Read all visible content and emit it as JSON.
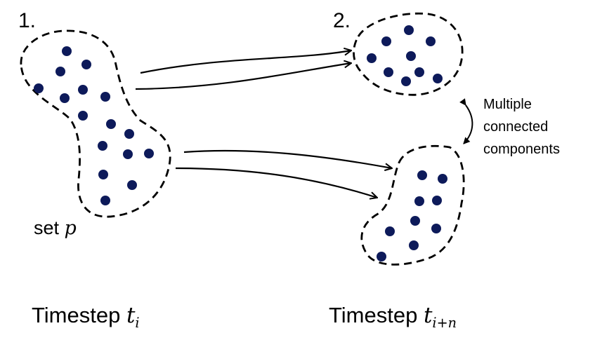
{
  "labels": {
    "step1": "1.",
    "step2": "2.",
    "set_prefix": "set ",
    "set_var": "p",
    "annotation_line1": "Multiple",
    "annotation_line2": "connected",
    "annotation_line3": "components"
  },
  "timesteps": {
    "left": {
      "word": "Timestep ",
      "var": "t",
      "sub": "i"
    },
    "right": {
      "word": "Timestep ",
      "var": "t",
      "sub": "i+n"
    }
  },
  "colors": {
    "dot": "#0d1a5a",
    "outline": "#000000",
    "arrow": "#000000",
    "text": "#000000",
    "background": "#ffffff"
  }
}
